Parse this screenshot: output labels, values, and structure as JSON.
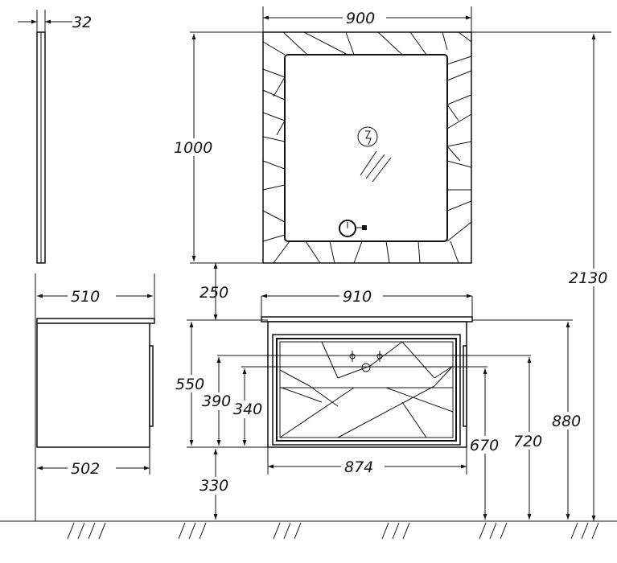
{
  "dimensions": {
    "mirror_depth": "32",
    "mirror_width": "900",
    "mirror_height": "1000",
    "total_height": "2130",
    "gap_height": "250",
    "counter_width": "910",
    "side_top_depth": "510",
    "side_body_depth": "502",
    "cabinet_height": "550",
    "drawer_390": "390",
    "drawer_340": "340",
    "drawer_width": "874",
    "plinth_height": "330",
    "height_670": "670",
    "height_720": "720",
    "height_880": "880"
  }
}
